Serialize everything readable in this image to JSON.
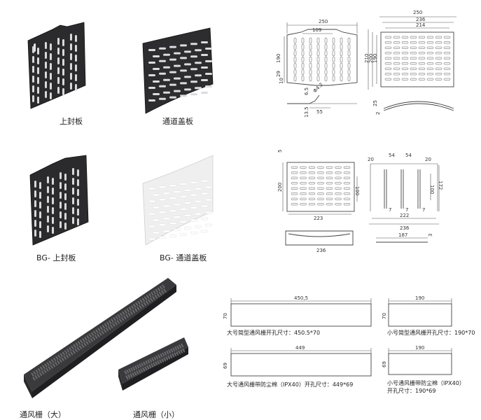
{
  "captions": {
    "top_cover": "上封板",
    "channel_cover": "通道盖板",
    "bg_top_cover": "BG- 上封板",
    "bg_channel_cover": "BG- 通道盖板",
    "vent_large": "通风栅（大）",
    "vent_small": "通风栅（小）"
  },
  "drawing_top_cover": {
    "width_250": "250",
    "width_109": "109",
    "height_190": "190",
    "dim_29": "29",
    "dim_10": "10",
    "dim_6_5": "6.5",
    "dim_phi4_2": "Φ4.2",
    "dim_55": "55",
    "dim_13_5": "13.5"
  },
  "drawing_channel_cover": {
    "w_250": "250",
    "w_236": "236",
    "w_214": "214",
    "h_210": "210",
    "h_200": "200",
    "h_190": "190",
    "d_25": "25",
    "d_2": "2"
  },
  "drawing_bg_top": {
    "d_5": "5",
    "h_200": "200",
    "h_100": "100",
    "w_223": "223",
    "w_236": "236"
  },
  "drawing_bg_channel": {
    "d_20a": "20",
    "d_54a": "54",
    "d_54b": "54",
    "d_20b": "20",
    "h_100": "100",
    "h_172": "172",
    "d_7a": "7",
    "d_7b": "7",
    "d_7c": "7",
    "w_222": "222",
    "w_236": "236",
    "w_187": "187",
    "d_3": "3"
  },
  "cutouts": {
    "large_width": "450,5",
    "large_height": "70",
    "large_label": "大号简型通风栅开孔尺寸：450.5*70",
    "small_width": "190",
    "small_height": "70",
    "small_label": "小号简型通风栅开孔尺寸：190*70",
    "large_dust_width": "449",
    "large_dust_height": "69",
    "large_dust_label": "大号通风栅带防尘棉（IPX40）开孔尺寸：449*69",
    "small_dust_width": "190",
    "small_dust_height": "69",
    "small_dust_label_1": "小号通风栅带防尘棉（IPX40）",
    "small_dust_label_2": "开孔尺寸：190*69"
  }
}
